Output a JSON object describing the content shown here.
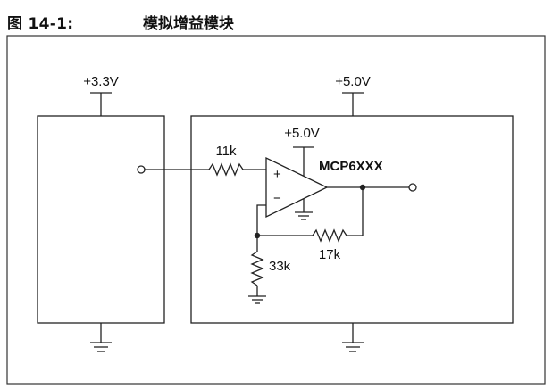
{
  "figure": {
    "label": "图 14-1:",
    "title": "模拟增益模块"
  },
  "supplies": {
    "left_block": "+3.3V",
    "right_block": "+5.0V",
    "opamp": "+5.0V"
  },
  "components": {
    "input_resistor": "11k",
    "opamp_part": "MCP6XXX",
    "opamp_noninv": "+",
    "opamp_inv": "−",
    "feedback_resistor": "17k",
    "ground_resistor": "33k"
  }
}
